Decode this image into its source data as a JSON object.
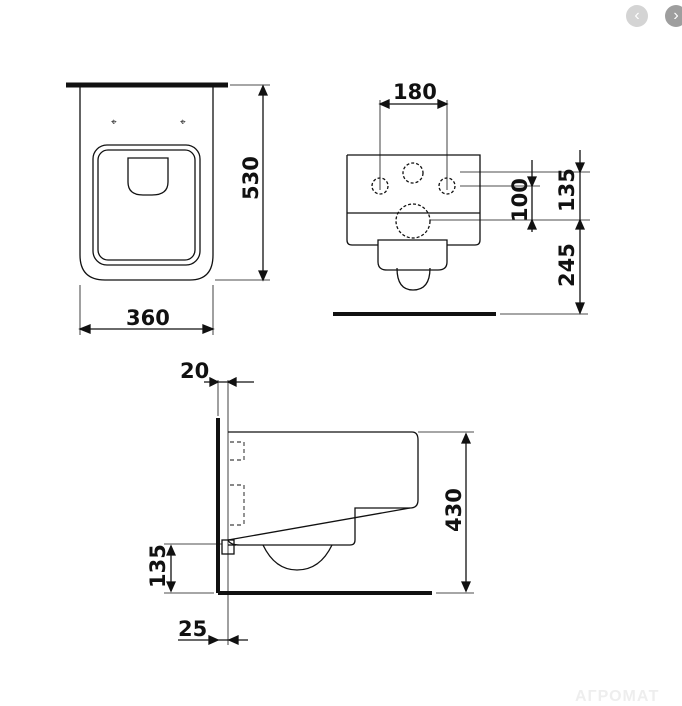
{
  "nav": {
    "prev_icon": "chevron-left-icon",
    "next_icon": "chevron-right-icon",
    "prev_color": "#d4d4d4",
    "next_color": "#9e9e9e"
  },
  "dimensions": {
    "top_height": "530",
    "top_width": "360",
    "front_spacing": "180",
    "front_outlet": "100",
    "front_inlet": "135",
    "front_floor": "245",
    "side_wall": "20",
    "side_height": "430",
    "side_outlet": "135",
    "side_bottom": "25"
  },
  "watermark": "АГРОМАТ"
}
